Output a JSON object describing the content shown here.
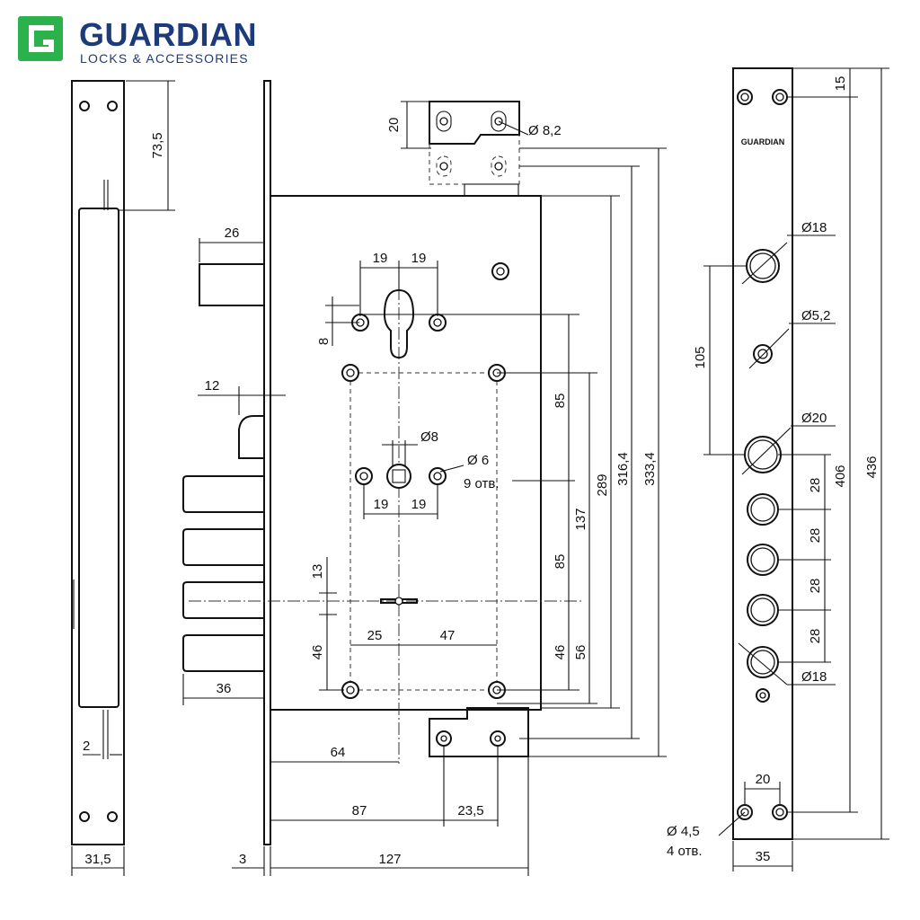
{
  "brand": {
    "name": "GUARDIAN",
    "tagline": "LOCKS & ACCESSORIES",
    "color": "#1d3b7a",
    "logo_color": "#2bb24c"
  },
  "plate_marking": "GUARDIAN",
  "dimensions": {
    "d_73_5": "73,5",
    "d_2": "2",
    "d_31_5": "31,5",
    "d_26": "26",
    "d_12": "12",
    "d_36": "36",
    "d_3": "3",
    "d_127": "127",
    "d_87": "87",
    "d_23_5": "23,5",
    "d_64": "64",
    "d_20_top": "20",
    "d_phi_8_2": "Ø 8,2",
    "d_19_a": "19",
    "d_19_b": "19",
    "d_8": "8",
    "d_phi_8": "Ø8",
    "d_phi_6": "Ø 6",
    "d_9_holes": "9 отв.",
    "d_19_c": "19",
    "d_19_d": "19",
    "d_13": "13",
    "d_46_left": "46",
    "d_25": "25",
    "d_47": "47",
    "d_85_a": "85",
    "d_85_b": "85",
    "d_46_right": "46",
    "d_137": "137",
    "d_56": "56",
    "d_289": "289",
    "d_316_4": "316,4",
    "d_333_4": "333,4",
    "d_15": "15",
    "d_phi_18_a": "Ø18",
    "d_105": "105",
    "d_phi_5_2": "Ø5,2",
    "d_phi_20": "Ø20",
    "d_28_a": "28",
    "d_28_b": "28",
    "d_28_c": "28",
    "d_28_d": "28",
    "d_phi_18_b": "Ø18",
    "d_406": "406",
    "d_436": "436",
    "d_20_bottom": "20",
    "d_phi_4_5": "Ø 4,5",
    "d_4_holes": "4 отв.",
    "d_35": "35"
  }
}
